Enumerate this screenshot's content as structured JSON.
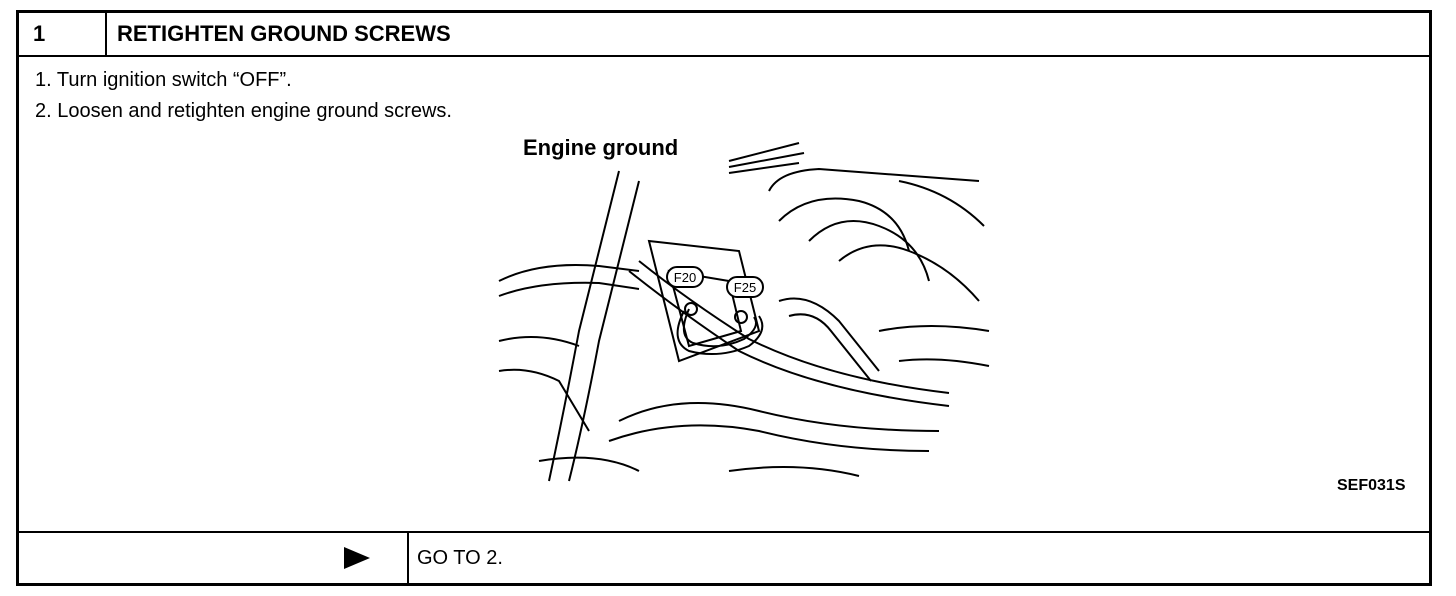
{
  "header": {
    "number": "1",
    "title": "RETIGHTEN GROUND SCREWS"
  },
  "steps": [
    "1.  Turn ignition switch “OFF”.",
    "2.  Loosen and retighten engine ground screws."
  ],
  "figure": {
    "label": "Engine ground",
    "connectors": [
      "F20",
      "F25"
    ],
    "code": "SEF031S"
  },
  "footer": {
    "arrow_icon": "right-triangle-icon",
    "action": "GO TO 2."
  }
}
